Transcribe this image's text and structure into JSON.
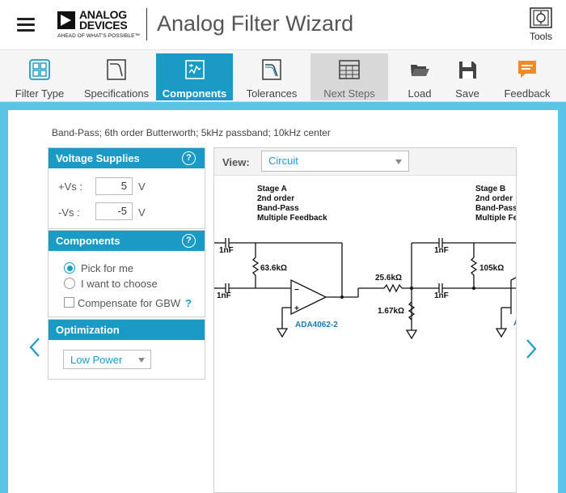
{
  "header": {
    "logo_line1": "ANALOG",
    "logo_line2": "DEVICES",
    "logo_tagline": "AHEAD OF WHAT'S POSSIBLE™",
    "title": "Analog Filter Wizard",
    "tools_label": "Tools"
  },
  "toolbar": {
    "filter_type": "Filter Type",
    "specifications": "Specifications",
    "components": "Components",
    "tolerances": "Tolerances",
    "next_steps": "Next Steps",
    "load": "Load",
    "save": "Save",
    "feedback": "Feedback"
  },
  "main": {
    "filter_description": "Band-Pass; 6th order Butterworth; 5kHz passband; 10kHz center"
  },
  "voltage_supplies": {
    "title": "Voltage Supplies",
    "help": "?",
    "vs_pos_label": "+Vs :",
    "vs_pos_value": "5",
    "vs_neg_label": "-Vs :",
    "vs_neg_value": "-5",
    "unit": "V"
  },
  "components_panel": {
    "title": "Components",
    "help": "?",
    "option_pick": "Pick for me",
    "option_choose": "I want to choose",
    "compensate_label": "Compensate for GBW",
    "compensate_help": "?"
  },
  "optimization": {
    "title": "Optimization",
    "selected": "Low Power"
  },
  "view": {
    "label": "View:",
    "selected": "Circuit"
  },
  "circuit": {
    "stage_a": [
      "Stage A",
      "2nd order",
      "Band-Pass",
      "Multiple Feedback"
    ],
    "stage_b": [
      "Stage B",
      "2nd order",
      "Band-Pass",
      "Multiple Fe"
    ],
    "c1": "1nF",
    "c2": "1nF",
    "r_feedback_a": "63.6kΩ",
    "opamp": "ADA4062-2",
    "r_series": "25.6kΩ",
    "r_shunt": "1.67kΩ",
    "c3": "1nF",
    "c4": "1nF",
    "r_feedback_b": "105kΩ",
    "opamp_b_partial": "A"
  },
  "icons": {
    "menu": "hamburger-icon",
    "tools": "tools-icon",
    "prev": "chevron-left-icon",
    "next": "chevron-right-icon"
  },
  "colors": {
    "accent": "#1a9bc6",
    "frame": "#5bc3e3",
    "feedback_icon": "#f08a24"
  }
}
